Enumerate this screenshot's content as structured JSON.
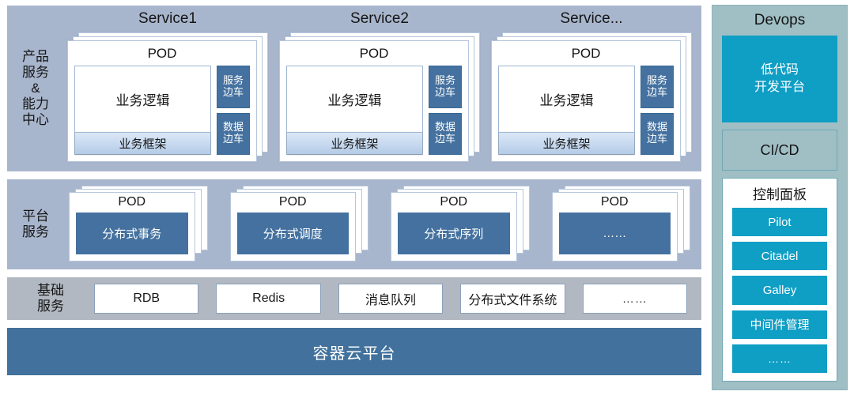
{
  "diagram": {
    "rows": {
      "products": {
        "label_lines": [
          "产品",
          "服务",
          "&",
          "能力",
          "中心"
        ],
        "services": [
          {
            "title": "Service1",
            "pod_label": "POD",
            "business_logic": "业务逻辑",
            "business_framework": "业务框架",
            "sidecars": [
              {
                "line1": "服务",
                "line2": "边车"
              },
              {
                "line1": "数据",
                "line2": "边车"
              }
            ]
          },
          {
            "title": "Service2",
            "pod_label": "POD",
            "business_logic": "业务逻辑",
            "business_framework": "业务框架",
            "sidecars": [
              {
                "line1": "服务",
                "line2": "边车"
              },
              {
                "line1": "数据",
                "line2": "边车"
              }
            ]
          },
          {
            "title": "Service...",
            "pod_label": "POD",
            "business_logic": "业务逻辑",
            "business_framework": "业务框架",
            "sidecars": [
              {
                "line1": "服务",
                "line2": "边车"
              },
              {
                "line1": "数据",
                "line2": "边车"
              }
            ]
          }
        ]
      },
      "platform": {
        "label_lines": [
          "平台",
          "服务"
        ],
        "pods": [
          {
            "pod_label": "POD",
            "name": "分布式事务"
          },
          {
            "pod_label": "POD",
            "name": "分布式调度"
          },
          {
            "pod_label": "POD",
            "name": "分布式序列"
          },
          {
            "pod_label": "POD",
            "name": "……"
          }
        ]
      },
      "base": {
        "label_lines": [
          "基础",
          "服务"
        ],
        "items": [
          "RDB",
          "Redis",
          "消息队列",
          "分布式文件系统",
          "……"
        ]
      },
      "cloud": {
        "label": "容器云平台"
      }
    },
    "devops": {
      "title": "Devops",
      "lowcode": {
        "line1": "低代码",
        "line2": "开发平台"
      },
      "cicd": "CI/CD",
      "control_panel": {
        "title": "控制面板",
        "buttons": [
          "Pilot",
          "Citadel",
          "Galley",
          "中间件管理",
          "……"
        ]
      }
    },
    "colors": {
      "band_blue_gray": "#a8b6cd",
      "band_gray": "#b1b8c1",
      "steel_blue": "#41719c",
      "sidecar_blue": "#44719f",
      "devops_panel": "#9fbfc5",
      "devops_accent": "#0f9ec4",
      "card_border": "#b6c6dc",
      "white": "#ffffff"
    }
  }
}
